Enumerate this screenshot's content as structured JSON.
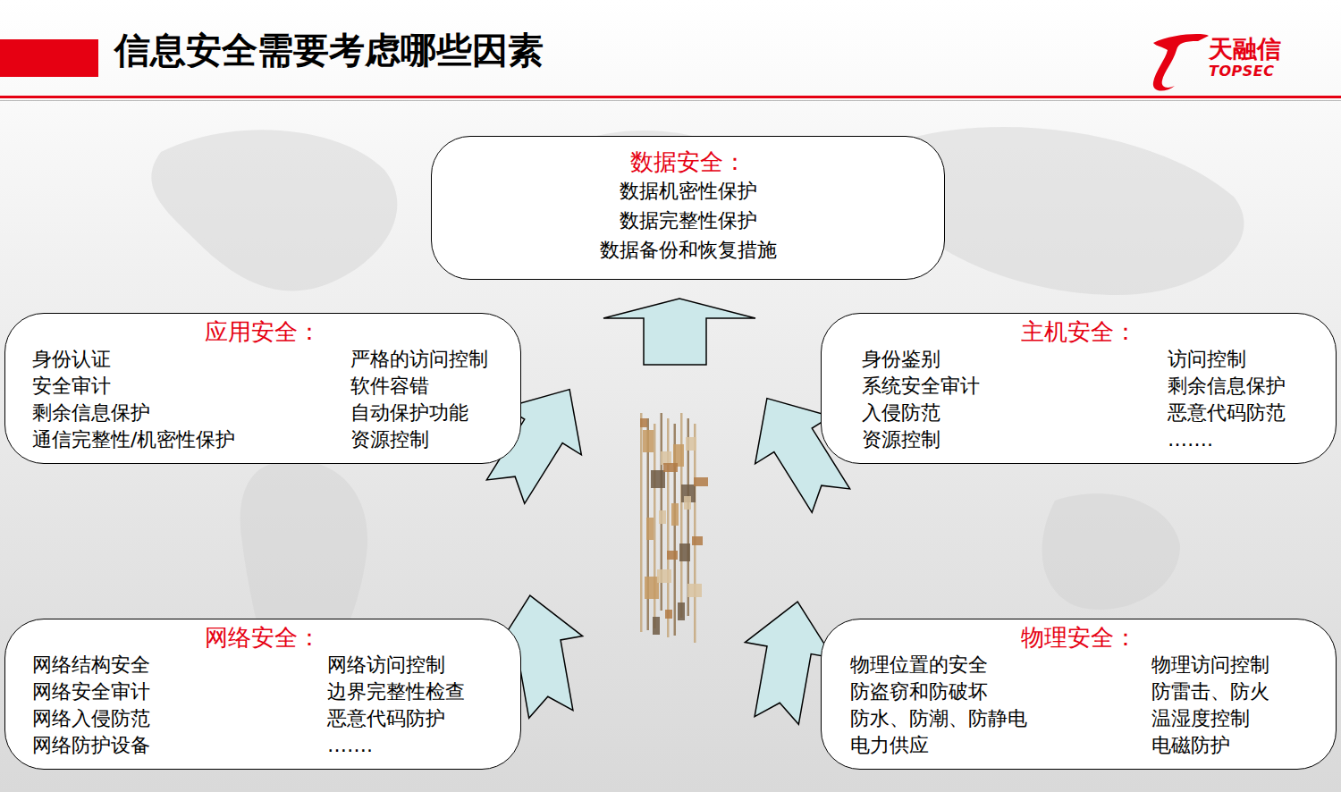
{
  "diagram": {
    "title": "信息安全需要考虑哪些因素",
    "nodes": [
      {
        "text": [
          "数据安全：",
          "数据机密性保护",
          "数据完整性保护",
          "数据备份和恢复措施"
        ]
      },
      {
        "text": [
          "应用安全：",
          "身份认证",
          "严格的访问控制",
          "安全审计",
          "软件容错",
          "剩余信息保护",
          "自动保护功能",
          "通信完整性/机密性保护",
          "资源控制"
        ]
      },
      {
        "text": [
          "主机安全：",
          "身份鉴别",
          "访问控制",
          "系统安全审计",
          "剩余信息保护",
          "入侵防范",
          "恶意代码防范",
          "资源控制",
          "……."
        ]
      },
      {
        "text": [
          "网络安全：",
          "网络结构安全",
          "网络访问控制",
          "网络安全审计",
          "边界完整性检查",
          "网络入侵防范",
          "恶意代码防护",
          "网络防护设备",
          "……."
        ]
      },
      {
        "text": [
          "物理安全：",
          "物理位置的安全",
          "物理访问控制",
          "防盗窃和防破坏",
          "防雷击、防火",
          "防水、防潮、防静电",
          "温湿度控制",
          "电力供应",
          "电磁防护"
        ]
      }
    ],
    "labels": [
      "天融信",
      "TOPSEC"
    ]
  }
}
